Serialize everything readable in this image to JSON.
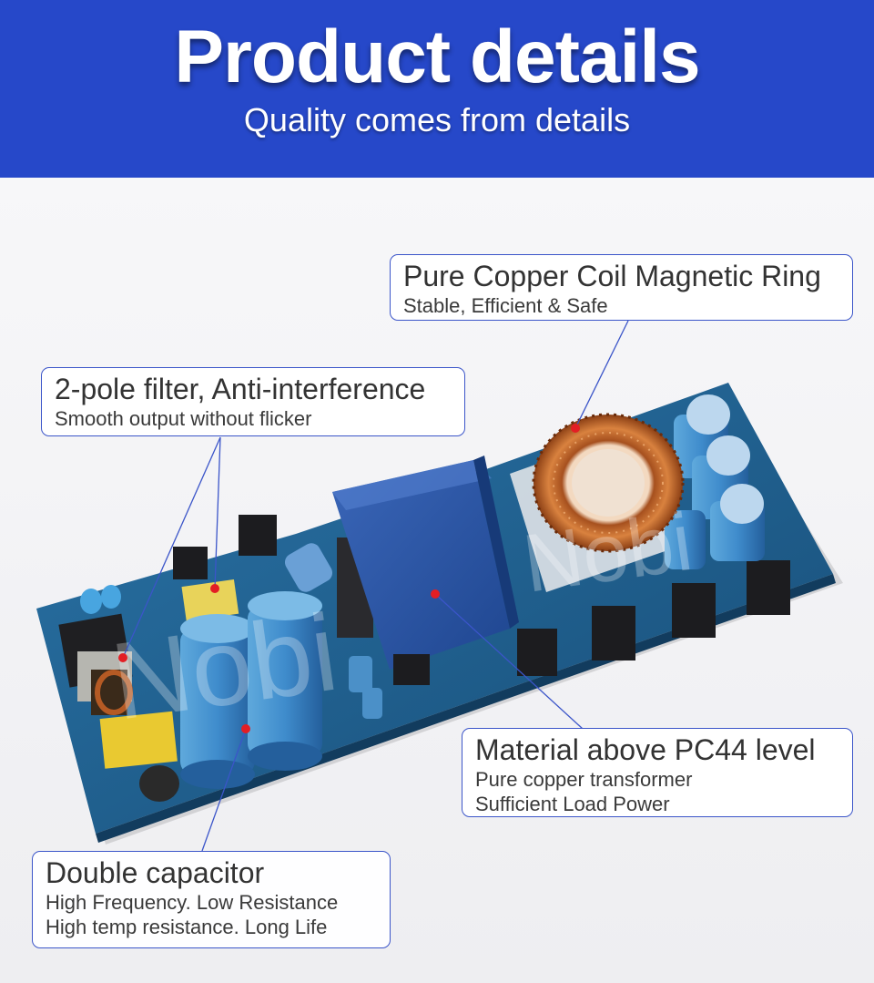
{
  "header": {
    "title": "Product details",
    "subtitle": "Quality comes from details"
  },
  "watermark": "Nobi",
  "callouts": {
    "coil": {
      "title": "Pure Copper Coil Magnetic Ring",
      "lines": [
        "Stable, Efficient & Safe"
      ]
    },
    "filter": {
      "title": "2-pole filter, Anti-interference",
      "lines": [
        "Smooth output without flicker"
      ]
    },
    "material": {
      "title": "Material above PC44 level",
      "lines": [
        "Pure copper transformer",
        "Sufficient Load Power"
      ]
    },
    "capacitor": {
      "title": "Double capacitor",
      "lines": [
        "High Frequency. Low Resistance",
        "High temp resistance. Long Life"
      ]
    }
  },
  "colors": {
    "header_bg": "#2648c9",
    "callout_border": "#3b55c9",
    "marker_dot": "#e31e24",
    "pcb": "#1d5e8c"
  }
}
